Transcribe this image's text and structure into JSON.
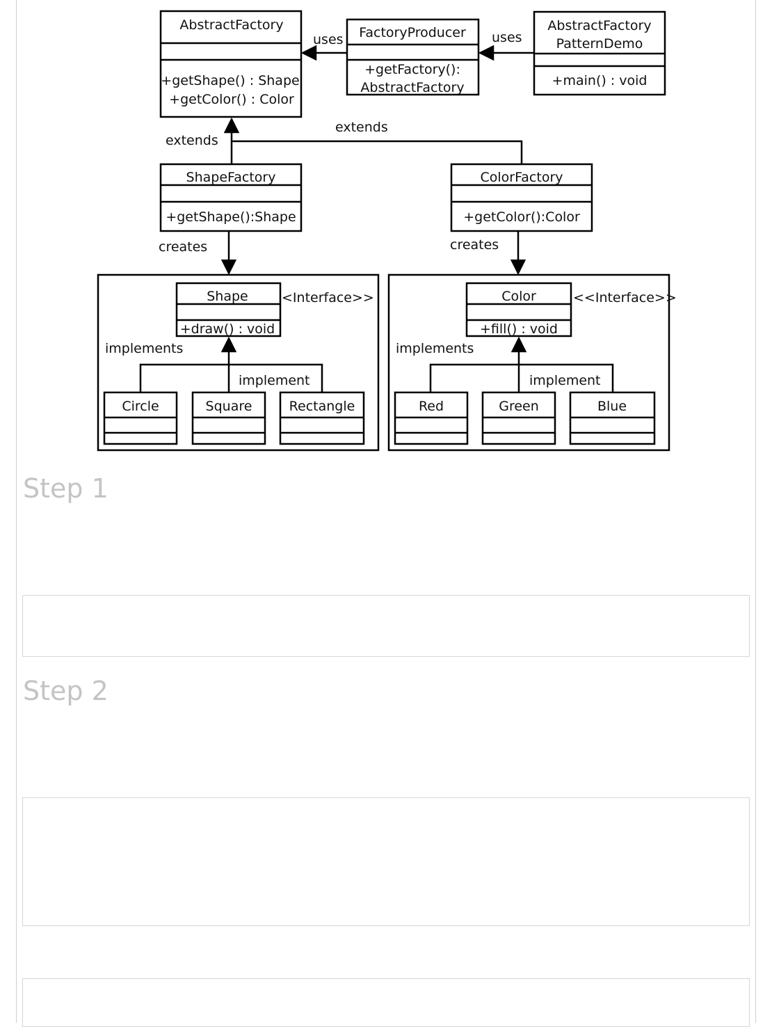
{
  "diagram": {
    "classes": {
      "abstract_factory": {
        "name": "AbstractFactory",
        "methods": [
          "+getShape() : Shape",
          "+getColor() : Color"
        ]
      },
      "factory_producer": {
        "name": "FactoryProducer",
        "methods": [
          "+getFactory():",
          "AbstractFactory"
        ]
      },
      "demo": {
        "name_lines": [
          "AbstractFactory",
          "PatternDemo"
        ],
        "methods": [
          "+main() : void"
        ]
      },
      "shape_factory": {
        "name": "ShapeFactory",
        "methods": [
          "+getShape():Shape"
        ]
      },
      "color_factory": {
        "name": "ColorFactory",
        "methods": [
          "+getColor():Color"
        ]
      },
      "shape": {
        "name": "Shape",
        "stereotype": "<Interface>>",
        "methods": [
          "+draw() : void"
        ]
      },
      "color": {
        "name": "Color",
        "stereotype": "<<Interface>>",
        "methods": [
          "+fill() : void"
        ]
      },
      "circle": {
        "name": "Circle"
      },
      "square": {
        "name": "Square"
      },
      "rectangle": {
        "name": "Rectangle"
      },
      "red": {
        "name": "Red"
      },
      "green": {
        "name": "Green"
      },
      "blue": {
        "name": "Blue"
      }
    },
    "labels": {
      "uses_left": "uses",
      "uses_right": "uses",
      "extends_left": "extends",
      "extends_right": "extends",
      "creates_left": "creates",
      "creates_right": "creates",
      "implements_left": "implements",
      "implements_right": "implements",
      "implement_left": "implement",
      "implement_right": "implement"
    }
  },
  "steps": {
    "step1": "Step 1",
    "step2": "Step 2"
  }
}
